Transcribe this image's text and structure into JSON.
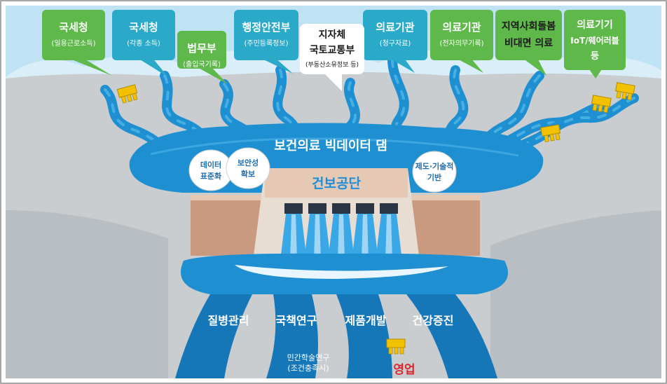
{
  "sources": [
    {
      "id": "nts1",
      "title": "국세청",
      "sub": "(일용근로소득)",
      "color": "#5fb84a"
    },
    {
      "id": "nts2",
      "title": "국세청",
      "sub": "(각종 소득)",
      "color": "#2aa9c9"
    },
    {
      "id": "moj",
      "title": "법무부",
      "sub": "(출입국기록)",
      "color": "#5fb84a"
    },
    {
      "id": "mois",
      "title": "행정안전부",
      "sub": "(주민등록정보)",
      "color": "#2aa9c9"
    },
    {
      "id": "local",
      "title": "지자체",
      "sub": "",
      "color": "#ffffff"
    },
    {
      "id": "molit",
      "title": "국토교통부",
      "sub": "(부동산소유정보 등)",
      "color": "#ffffff"
    },
    {
      "id": "med1",
      "title": "의료기관",
      "sub": "(청구자료)",
      "color": "#2aa9c9"
    },
    {
      "id": "med2",
      "title": "의료기관",
      "sub": "(전자의무기록)",
      "color": "#5fb84a"
    },
    {
      "id": "community",
      "title": "지역사회돌봄",
      "sub": "비대면 의료",
      "color": "#5fb84a"
    },
    {
      "id": "device",
      "title": "의료기기",
      "sub": "IoT/웨어러블",
      "sub2": "등",
      "color": "#5fb84a"
    }
  ],
  "dam": {
    "lake_label": "보건의료 빅데이터 댐",
    "body_label": "건보공단",
    "tags": [
      {
        "l1": "데이터",
        "l2": "표준화"
      },
      {
        "l1": "보안성",
        "l2": "확보"
      },
      {
        "l1": "제도·기술적",
        "l2": "기반"
      }
    ]
  },
  "outflows": {
    "uses": [
      "질병관리",
      "국책연구",
      "제품개발",
      "건강증진"
    ],
    "academic": {
      "l1": "민간학술연구",
      "l2": "(조건충족시)"
    },
    "commercial": "영업"
  },
  "colors": {
    "sky": "#bfe3f5",
    "water": "#1e8fd0",
    "water_dark": "#1577b8",
    "ground": "#c9cdd0",
    "dam_body": "#c99a80",
    "dam_top": "#e5c9b4",
    "gate": "#f2c200",
    "commercial": "#d7282f"
  }
}
